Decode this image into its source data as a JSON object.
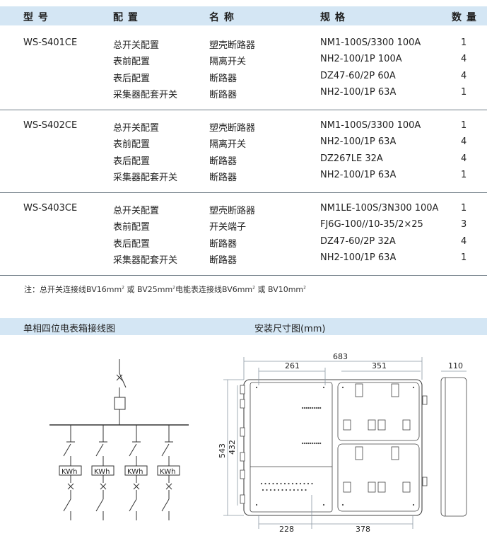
{
  "table": {
    "headers": [
      "型 号",
      "配 置",
      "名 称",
      "规 格",
      "数 量"
    ],
    "groups": [
      {
        "model": "WS-S401CE",
        "rows": [
          [
            "总开关配置",
            "塑壳断路器",
            "NM1-100S/3300 100A",
            "1"
          ],
          [
            "表前配置",
            "隔离开关",
            "NH2-100/1P 100A",
            "4"
          ],
          [
            "表后配置",
            "断路器",
            "DZ47-60/2P 60A",
            "4"
          ],
          [
            "采集器配套开关",
            "断路器",
            "NH2-100/1P 63A",
            "1"
          ]
        ]
      },
      {
        "model": "WS-S402CE",
        "rows": [
          [
            "总开关配置",
            "塑壳断路器",
            "NM1-100S/3300 100A",
            "1"
          ],
          [
            "表前配置",
            "隔离开关",
            "NH2-100/1P 63A",
            "4"
          ],
          [
            "表后配置",
            "断路器",
            "DZ267LE 32A",
            "4"
          ],
          [
            "采集器配套开关",
            "断路器",
            "NH2-100/1P 63A",
            "1"
          ]
        ]
      },
      {
        "model": "WS-S403CE",
        "rows": [
          [
            "总开关配置",
            "塑壳断路器",
            "NM1LE-100S/3N300 100A",
            "1"
          ],
          [
            "表前配置",
            "开关端子",
            "FJ6G-100//10-35/2×25",
            "3"
          ],
          [
            "表后配置",
            "断路器",
            "DZ47-60/2P 32A",
            "4"
          ],
          [
            "采集器配套开关",
            "断路器",
            "NH2-100/1P 63A",
            "1"
          ]
        ]
      }
    ]
  },
  "note": {
    "prefix": "注：总开关连接线BV16mm",
    "part2": " 或 BV25mm",
    "part3": "电能表连接线BV6mm",
    "part4": " 或 BV10mm",
    "sup": "2"
  },
  "sections": {
    "wiring_title": "单相四位电表箱接线图",
    "dimension_title": "安装尺寸图(mm)"
  },
  "wiring": {
    "meter_label": "KWh"
  },
  "dimensions": {
    "overall_width": "683",
    "left_width": "261",
    "right_width": "351",
    "overall_height": "543",
    "inner_height": "432",
    "bottom_left": "228",
    "bottom_right": "378",
    "depth": "110"
  }
}
